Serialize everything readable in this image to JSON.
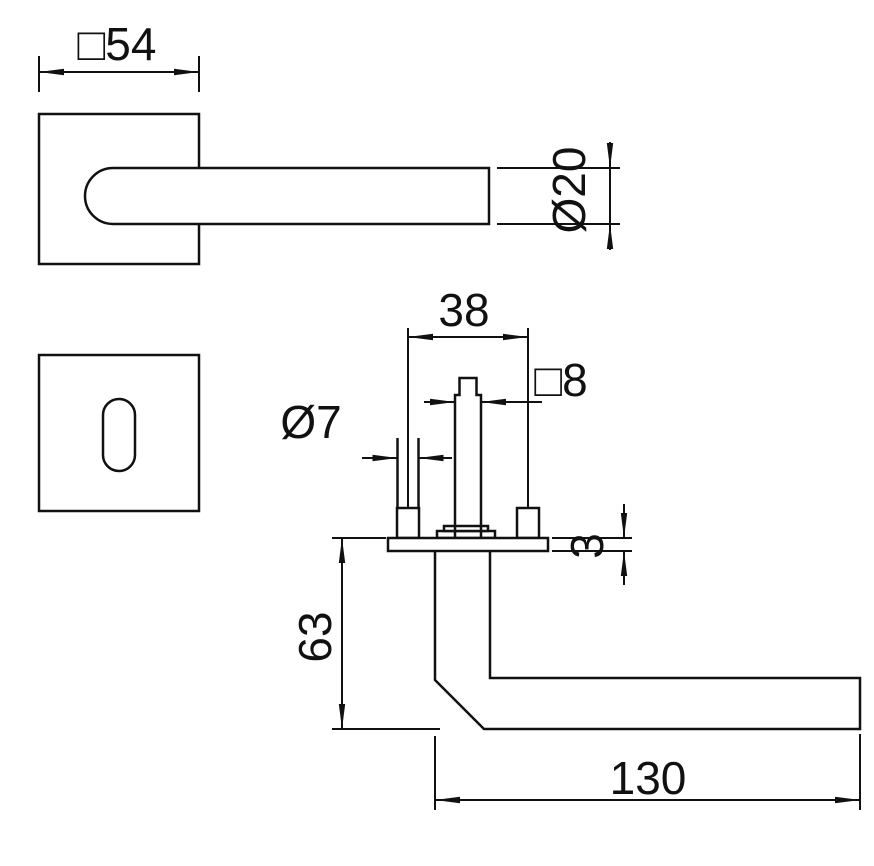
{
  "drawing": {
    "background": "#ffffff",
    "line_color": "#111111",
    "dimensions": {
      "rosette_width": "□54",
      "lever_diameter": "Ø20",
      "hole_spacing": "38",
      "spindle_square": "□8",
      "screw_hole_diameter": "Ø7",
      "rosette_thickness": "3",
      "handle_projection": "63",
      "lever_length": "130"
    }
  }
}
